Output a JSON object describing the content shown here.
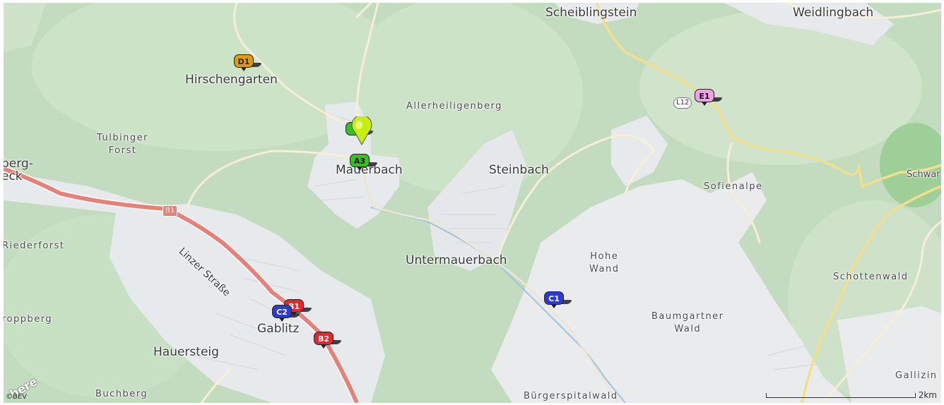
{
  "map": {
    "towns": [
      {
        "id": "scheiblingstein",
        "text": "Scheiblingstein"
      },
      {
        "id": "weidlingbach",
        "text": "Weidlingbach"
      },
      {
        "id": "hirschengarten",
        "text": "Hirschengarten"
      },
      {
        "id": "mauerbach",
        "text": "Mauerbach"
      },
      {
        "id": "steinbach",
        "text": "Steinbach"
      },
      {
        "id": "untermauerbach",
        "text": "Untermauerbach"
      },
      {
        "id": "gablitz",
        "text": "Gablitz"
      },
      {
        "id": "hauersteig",
        "text": "Hauersteig"
      },
      {
        "id": "berg-eck",
        "text": "berg-\neck"
      }
    ],
    "areas": [
      {
        "id": "allerheiligenberg",
        "text": "Allerheiligenberg"
      },
      {
        "id": "tulbinger-forst",
        "text": "Tulbinger\nForst"
      },
      {
        "id": "sofienalpe",
        "text": "Sofienalpe"
      },
      {
        "id": "schwar",
        "text": "Schwar"
      },
      {
        "id": "riederforst",
        "text": "Riederforst"
      },
      {
        "id": "hohe-wand",
        "text": "Hohe\nWand"
      },
      {
        "id": "schottenwald",
        "text": "Schottenwald"
      },
      {
        "id": "roppberg",
        "text": "roppberg"
      },
      {
        "id": "baumgartner-wald",
        "text": "Baumgartner\nWald"
      },
      {
        "id": "buchberg",
        "text": "Buchberg"
      },
      {
        "id": "buergerspitalwald",
        "text": "Bürgerspitalwald"
      },
      {
        "id": "gallizin",
        "text": "Gallizin"
      }
    ],
    "roads": {
      "linzer_strasse": "Linzer Straße",
      "b1": "B1",
      "l12": "L12"
    },
    "markers": [
      {
        "id": "D1",
        "label": "D1",
        "color": "#e09a10",
        "text_color": "#222"
      },
      {
        "id": "A3",
        "label": "A3",
        "color": "#35c21e",
        "text_color": "#111"
      },
      {
        "id": "A-selected",
        "label": "",
        "color": "#c6ef0c",
        "text_color": "#111"
      },
      {
        "id": "E1",
        "label": "E1",
        "color": "#f0a0e8",
        "text_color": "#111"
      },
      {
        "id": "C1",
        "label": "C1",
        "color": "#2a3ad8",
        "text_color": "#fff"
      },
      {
        "id": "C2",
        "label": "C2",
        "color": "#2a3ad8",
        "text_color": "#fff"
      },
      {
        "id": "B1",
        "label": "B1",
        "color": "#e8262a",
        "text_color": "#fff"
      },
      {
        "id": "B2",
        "label": "B2",
        "color": "#e8262a",
        "text_color": "#fff"
      }
    ],
    "scale_label": "2km",
    "copyright": "©BEV",
    "logo": "here",
    "colors": {
      "forest": "#c3dcc0",
      "urban": "#e6e9ec",
      "road_major": "#e77b72",
      "road_secondary": "#f3e3a0",
      "road_minor": "#f3ead0",
      "water": "#9cc4e4"
    }
  }
}
